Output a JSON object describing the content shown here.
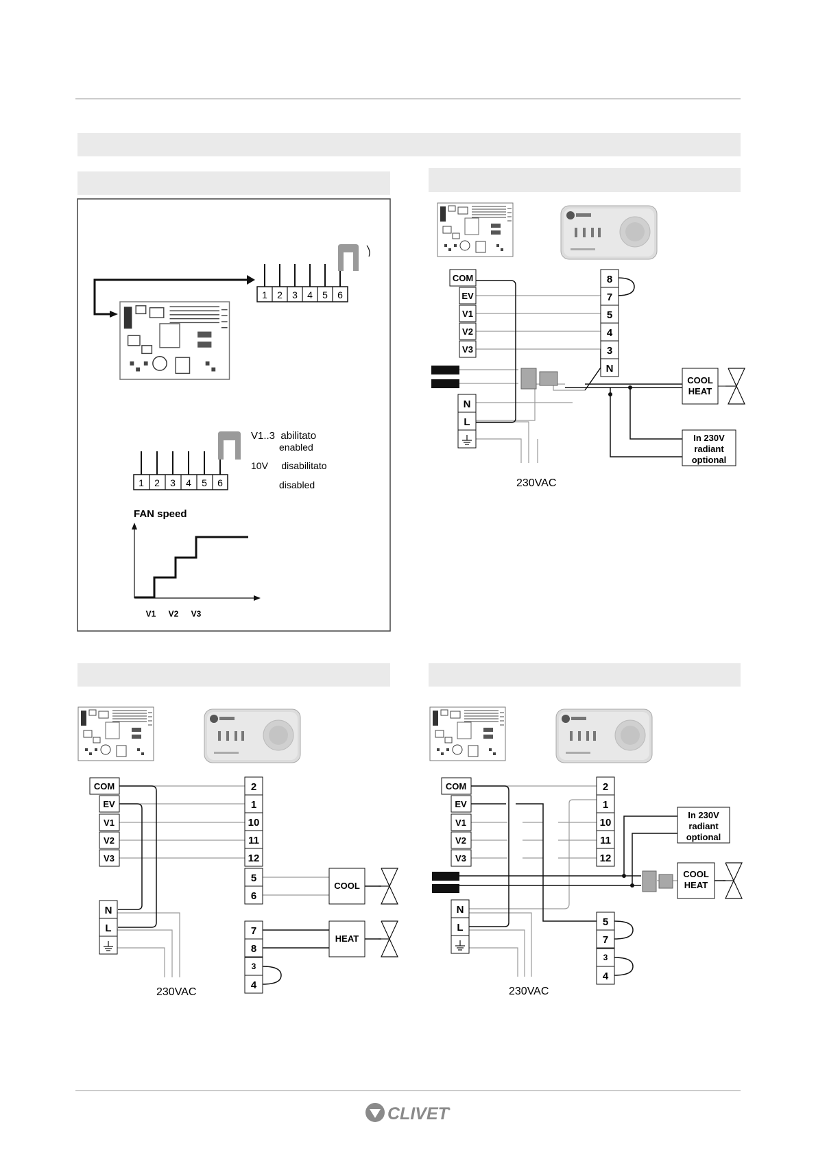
{
  "top_left": {
    "connector_pins": [
      "1",
      "2",
      "3",
      "4",
      "5",
      "6"
    ],
    "jumper_note": {
      "line1": "V1..3  abilitato",
      "line2": "enabled",
      "line3": "10V     disabilitato",
      "line4": "disabled"
    },
    "graph": {
      "title": "FAN speed",
      "levels": [
        "V1",
        "V2",
        "V3"
      ]
    }
  },
  "top_right": {
    "board_terminals": [
      "COM",
      "EV",
      "V1",
      "V2",
      "V3"
    ],
    "power_terminals": [
      "N",
      "L"
    ],
    "controller_terminals": [
      "8",
      "7",
      "5",
      "4",
      "3",
      "N"
    ],
    "valve_box": {
      "line1": "COOL",
      "line2": "HEAT"
    },
    "radiant_box": {
      "line1": "In 230V",
      "line2": "radiant",
      "line3": "optional"
    },
    "supply_label": "230VAC"
  },
  "bottom_left": {
    "board_terminals": [
      "COM",
      "EV",
      "V1",
      "V2",
      "V3"
    ],
    "power_terminals": [
      "N",
      "L"
    ],
    "controller_terminals": [
      "2",
      "1",
      "10",
      "11",
      "12",
      "5",
      "6"
    ],
    "controller_terminals_2": [
      "7",
      "8",
      "3",
      "4"
    ],
    "cool_box": "COOL",
    "heat_box": "HEAT",
    "supply_label": "230VAC"
  },
  "bottom_right": {
    "board_terminals": [
      "COM",
      "EV",
      "V1",
      "V2",
      "V3"
    ],
    "power_terminals": [
      "N",
      "L"
    ],
    "controller_terminals": [
      "2",
      "1",
      "10",
      "11",
      "12"
    ],
    "controller_terminals_2": [
      "5",
      "7",
      "3",
      "4"
    ],
    "radiant_box": {
      "line1": "In 230V",
      "line2": "radiant",
      "line3": "optional"
    },
    "valve_box": {
      "line1": "COOL",
      "line2": "HEAT"
    },
    "supply_label": "230VAC"
  },
  "colors": {
    "wire": "#111111",
    "wire_grey": "#9a9a9a",
    "header_band": "#eaeaea"
  }
}
